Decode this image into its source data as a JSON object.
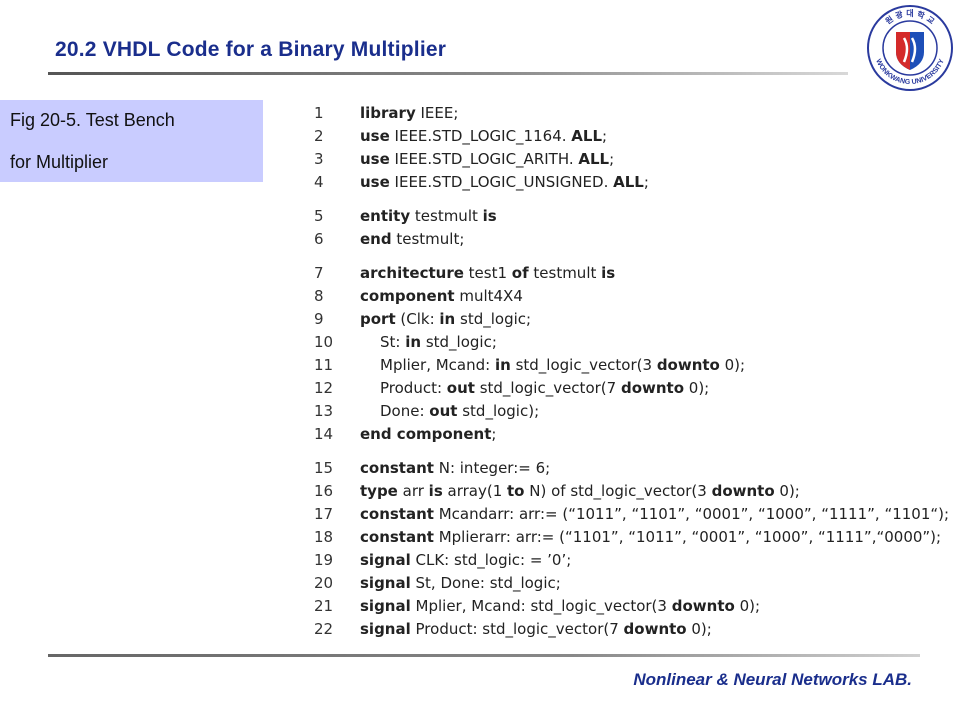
{
  "slide": {
    "title": "20.2 VHDL Code for a Binary Multiplier",
    "footer": "Nonlinear & Neural Networks LAB."
  },
  "logo": {
    "icon": "wonkwang-university-emblem-icon",
    "ring_text": "WONKWANG UNIVERSITY",
    "top_text": "원 광 대 학 교",
    "colors": {
      "ring": "#2a3a9e",
      "shield_red": "#d42a2a",
      "shield_blue": "#1d4fb8"
    }
  },
  "caption": {
    "line1": "Fig 20-5. Test Bench",
    "line2": "for Multiplier"
  },
  "code": [
    {
      "n": "1",
      "indent": false,
      "segs": [
        {
          "t": "library",
          "b": true
        },
        {
          "t": " IEEE;",
          "b": false
        }
      ]
    },
    {
      "n": "2",
      "indent": false,
      "segs": [
        {
          "t": "use",
          "b": true
        },
        {
          "t": " IEEE.STD_LOGIC_1164. ",
          "b": false
        },
        {
          "t": "ALL",
          "b": true
        },
        {
          "t": ";",
          "b": false
        }
      ]
    },
    {
      "n": "3",
      "indent": false,
      "segs": [
        {
          "t": "use",
          "b": true
        },
        {
          "t": " IEEE.STD_LOGIC_ARITH. ",
          "b": false
        },
        {
          "t": "ALL",
          "b": true
        },
        {
          "t": ";",
          "b": false
        }
      ]
    },
    {
      "n": "4",
      "indent": false,
      "segs": [
        {
          "t": "use",
          "b": true
        },
        {
          "t": " IEEE.STD_LOGIC_UNSIGNED. ",
          "b": false
        },
        {
          "t": "ALL",
          "b": true
        },
        {
          "t": ";",
          "b": false
        }
      ]
    },
    {
      "n": "5",
      "indent": false,
      "segs": [
        {
          "t": "entity",
          "b": true
        },
        {
          "t": " testmult ",
          "b": false
        },
        {
          "t": "is",
          "b": true
        }
      ]
    },
    {
      "n": "6",
      "indent": false,
      "segs": [
        {
          "t": "end",
          "b": true
        },
        {
          "t": " testmult;",
          "b": false
        }
      ]
    },
    {
      "n": "7",
      "indent": false,
      "segs": [
        {
          "t": "architecture",
          "b": true
        },
        {
          "t": " test1 ",
          "b": false
        },
        {
          "t": "of",
          "b": true
        },
        {
          "t": " testmult ",
          "b": false
        },
        {
          "t": "is",
          "b": true
        }
      ]
    },
    {
      "n": "8",
      "indent": false,
      "segs": [
        {
          "t": "component",
          "b": true
        },
        {
          "t": " mult4X4",
          "b": false
        }
      ]
    },
    {
      "n": "9",
      "indent": false,
      "segs": [
        {
          "t": "port",
          "b": true
        },
        {
          "t": " (Clk: ",
          "b": false
        },
        {
          "t": "in",
          "b": true
        },
        {
          "t": " std_logic;",
          "b": false
        }
      ]
    },
    {
      "n": "10",
      "indent": true,
      "segs": [
        {
          "t": "St: ",
          "b": false
        },
        {
          "t": "in",
          "b": true
        },
        {
          "t": " std_logic;",
          "b": false
        }
      ]
    },
    {
      "n": "11",
      "indent": true,
      "segs": [
        {
          "t": "Mplier, Mcand: ",
          "b": false
        },
        {
          "t": "in",
          "b": true
        },
        {
          "t": " std_logic_vector(3 ",
          "b": false
        },
        {
          "t": "downto",
          "b": true
        },
        {
          "t": " 0);",
          "b": false
        }
      ]
    },
    {
      "n": "12",
      "indent": true,
      "segs": [
        {
          "t": "Product: ",
          "b": false
        },
        {
          "t": "out",
          "b": true
        },
        {
          "t": " std_logic_vector(7 ",
          "b": false
        },
        {
          "t": "downto",
          "b": true
        },
        {
          "t": " 0);",
          "b": false
        }
      ]
    },
    {
      "n": "13",
      "indent": true,
      "segs": [
        {
          "t": "Done: ",
          "b": false
        },
        {
          "t": "out",
          "b": true
        },
        {
          "t": " std_logic);",
          "b": false
        }
      ]
    },
    {
      "n": "14",
      "indent": false,
      "segs": [
        {
          "t": "end component",
          "b": true
        },
        {
          "t": ";",
          "b": false
        }
      ]
    },
    {
      "n": "15",
      "indent": false,
      "segs": [
        {
          "t": "constant",
          "b": true
        },
        {
          "t": " N: integer:= 6;",
          "b": false
        }
      ]
    },
    {
      "n": "16",
      "indent": false,
      "segs": [
        {
          "t": "type",
          "b": true
        },
        {
          "t": " arr ",
          "b": false
        },
        {
          "t": "is",
          "b": true
        },
        {
          "t": " array(1 ",
          "b": false
        },
        {
          "t": "to",
          "b": true
        },
        {
          "t": " N) of std_logic_vector(3 ",
          "b": false
        },
        {
          "t": "downto",
          "b": true
        },
        {
          "t": " 0);",
          "b": false
        }
      ]
    },
    {
      "n": "17",
      "indent": false,
      "segs": [
        {
          "t": "constant",
          "b": true
        },
        {
          "t": " Mcandarr: arr:= (“1011”, “1101”, “0001”, “1000”, “1111”, “1101“);",
          "b": false
        }
      ]
    },
    {
      "n": "18",
      "indent": false,
      "segs": [
        {
          "t": "constant",
          "b": true
        },
        {
          "t": " Mplierarr: arr:= (“1101”, “1011”, “0001”, “1000”, “1111”,“0000”);",
          "b": false
        }
      ]
    },
    {
      "n": "19",
      "indent": false,
      "segs": [
        {
          "t": "signal",
          "b": true
        },
        {
          "t": " CLK: std_logic: = ’0’;",
          "b": false
        }
      ]
    },
    {
      "n": "20",
      "indent": false,
      "segs": [
        {
          "t": "signal",
          "b": true
        },
        {
          "t": " St, Done: std_logic;",
          "b": false
        }
      ]
    },
    {
      "n": "21",
      "indent": false,
      "segs": [
        {
          "t": "signal",
          "b": true
        },
        {
          "t": " Mplier, Mcand: std_logic_vector(3 ",
          "b": false
        },
        {
          "t": "downto",
          "b": true
        },
        {
          "t": " 0);",
          "b": false
        }
      ]
    },
    {
      "n": "22",
      "indent": false,
      "segs": [
        {
          "t": "signal",
          "b": true
        },
        {
          "t": " Product: std_logic_vector(7 ",
          "b": false
        },
        {
          "t": "downto",
          "b": true
        },
        {
          "t": " 0);",
          "b": false
        }
      ]
    }
  ]
}
